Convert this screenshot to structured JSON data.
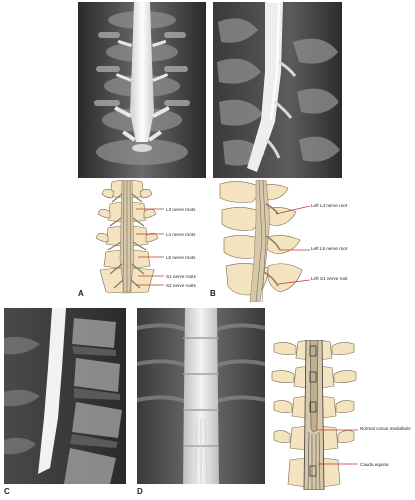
{
  "figure": {
    "panel_labels": {
      "a": "A",
      "b": "B",
      "c": "C",
      "d": "D"
    },
    "diagram_a_labels": [
      "L3 nerve roots",
      "L4 nerve roots",
      "L5 nerve roots",
      "S1 nerve roots",
      "S2 nerve roots"
    ],
    "diagram_b_labels": [
      "Left L4 nerve root",
      "Left L5 nerve root",
      "Left S1 nerve root"
    ],
    "diagram_d_labels": [
      "Normal conus medullaris",
      "Cauda equina"
    ],
    "colors": {
      "bone": "#f3e3bf",
      "bone_edge": "#7a6a52",
      "contrast_dark": "#8a7a66",
      "pointer_red": "#c0392b",
      "film_dark": "#1e1e1e",
      "film_bright": "#f2f2f2"
    }
  }
}
